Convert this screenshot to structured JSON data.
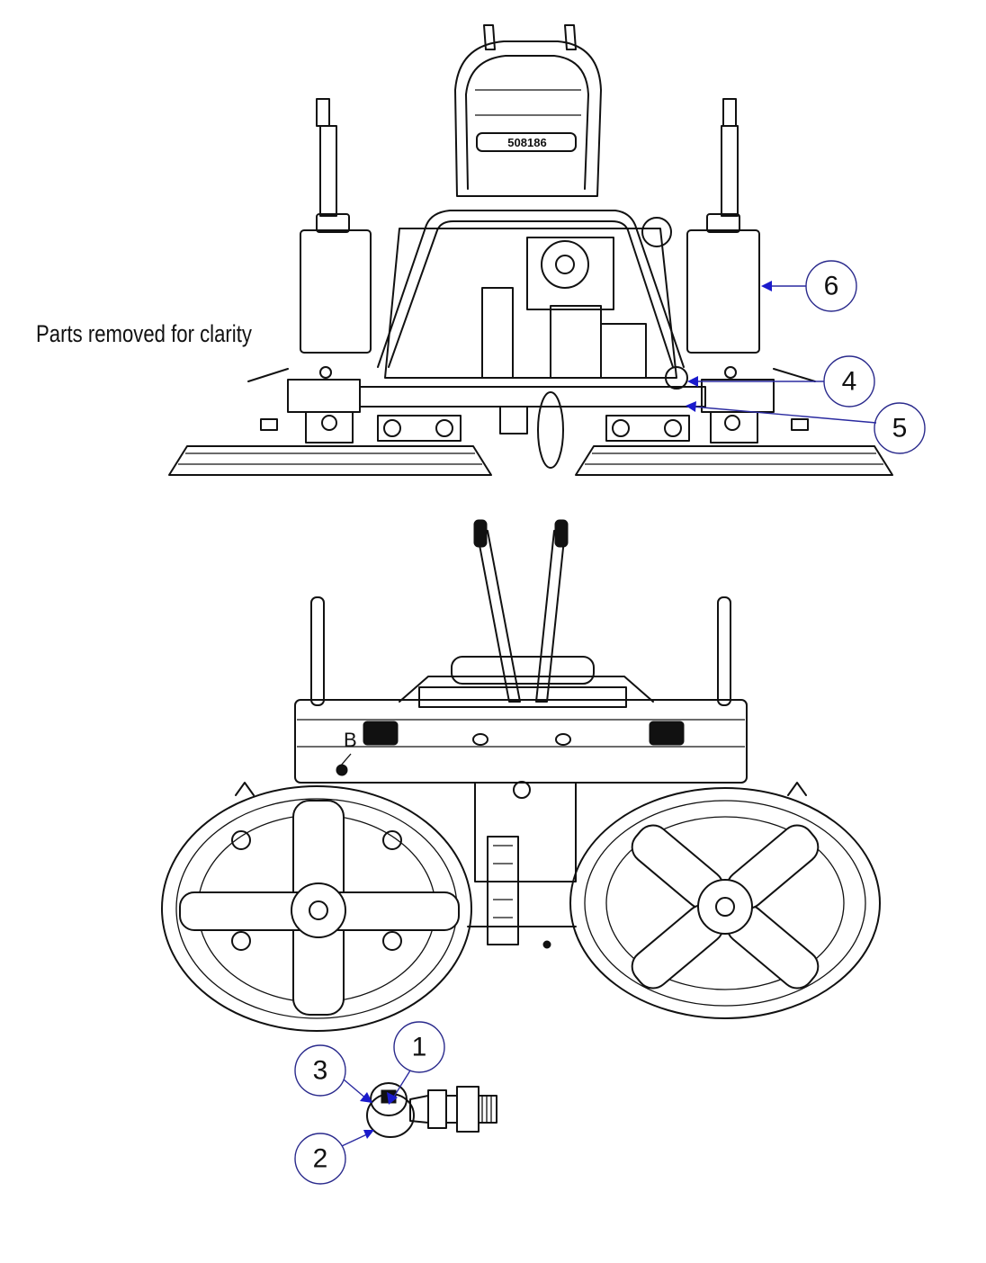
{
  "note": "Parts removed for clarity",
  "seat_plate": "508186",
  "detail_label": "B",
  "callouts": [
    "1",
    "2",
    "3",
    "4",
    "5",
    "6"
  ]
}
